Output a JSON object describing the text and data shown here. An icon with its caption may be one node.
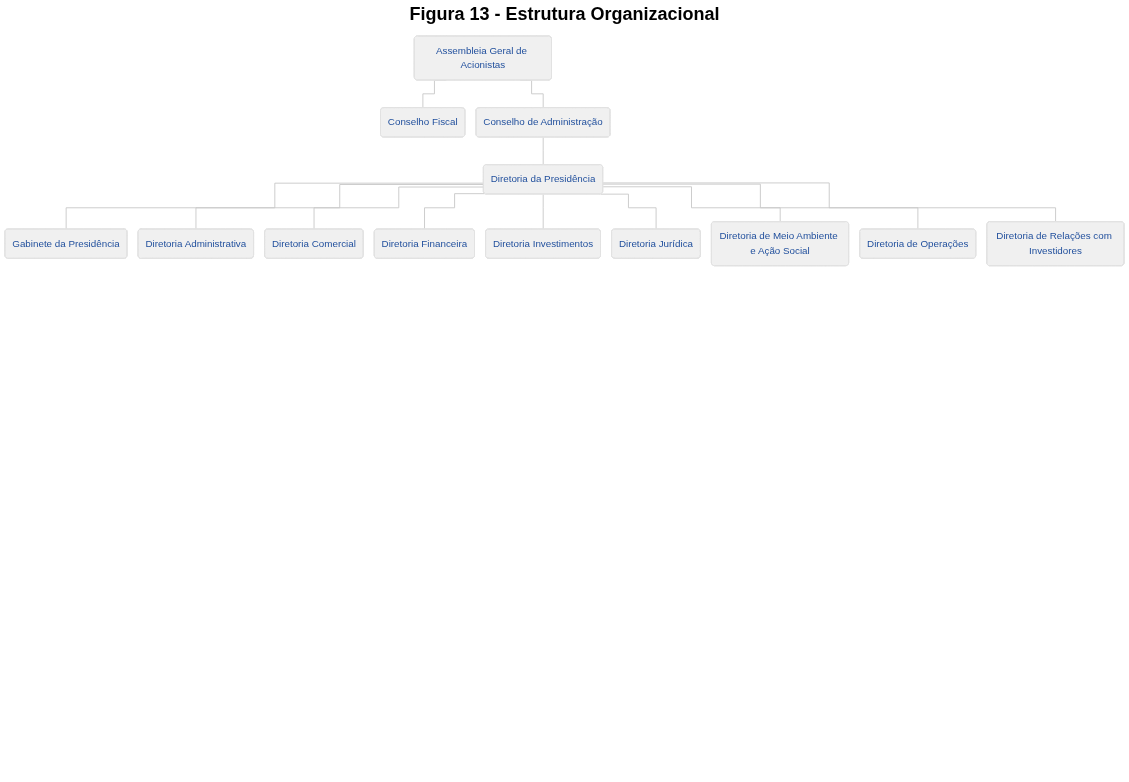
{
  "diagram": {
    "title": "Figura 13 - Estrutura Organizacional",
    "nodes": [
      {
        "text": [
          "Assembleia Geral de Acionistas"
        ]
      },
      {
        "text": [
          "Conselho Fiscal"
        ]
      },
      {
        "text": [
          "Conselho de Administração"
        ]
      },
      {
        "text": [
          "Diretoria da Presidência"
        ]
      },
      {
        "text": [
          "Gabinete da Presidência"
        ]
      },
      {
        "text": [
          "Diretoria Administrativa"
        ]
      },
      {
        "text": [
          "Diretoria Comercial"
        ]
      },
      {
        "text": [
          "Diretoria Financeira"
        ]
      },
      {
        "text": [
          "Diretoria Investimentos"
        ]
      },
      {
        "text": [
          "Diretoria Jurídica"
        ]
      },
      {
        "text": [
          "Diretoria de Meio Ambiente e Ação Social"
        ]
      },
      {
        "text": [
          "Diretoria de Operações"
        ]
      },
      {
        "text": [
          "Diretoria de Relações com Investidores"
        ]
      }
    ],
    "edges": [
      {
        "from": 0,
        "to": 2,
        "arrow": "none"
      },
      {
        "from": 0,
        "to": 1,
        "arrow": "none"
      },
      {
        "from": 2,
        "to": 3,
        "arrow": "none"
      },
      {
        "from": 3,
        "to": 4,
        "arrow": "none"
      },
      {
        "from": 3,
        "to": 5,
        "arrow": "none"
      },
      {
        "from": 3,
        "to": 6,
        "arrow": "none"
      },
      {
        "from": 3,
        "to": 7,
        "arrow": "none"
      },
      {
        "from": 3,
        "to": 8,
        "arrow": "none"
      },
      {
        "from": 3,
        "to": 9,
        "arrow": "none"
      },
      {
        "from": 3,
        "to": 10,
        "arrow": "none"
      },
      {
        "from": 3,
        "to": 11,
        "arrow": "none"
      },
      {
        "from": 3,
        "to": 12,
        "arrow": "none"
      }
    ]
  }
}
